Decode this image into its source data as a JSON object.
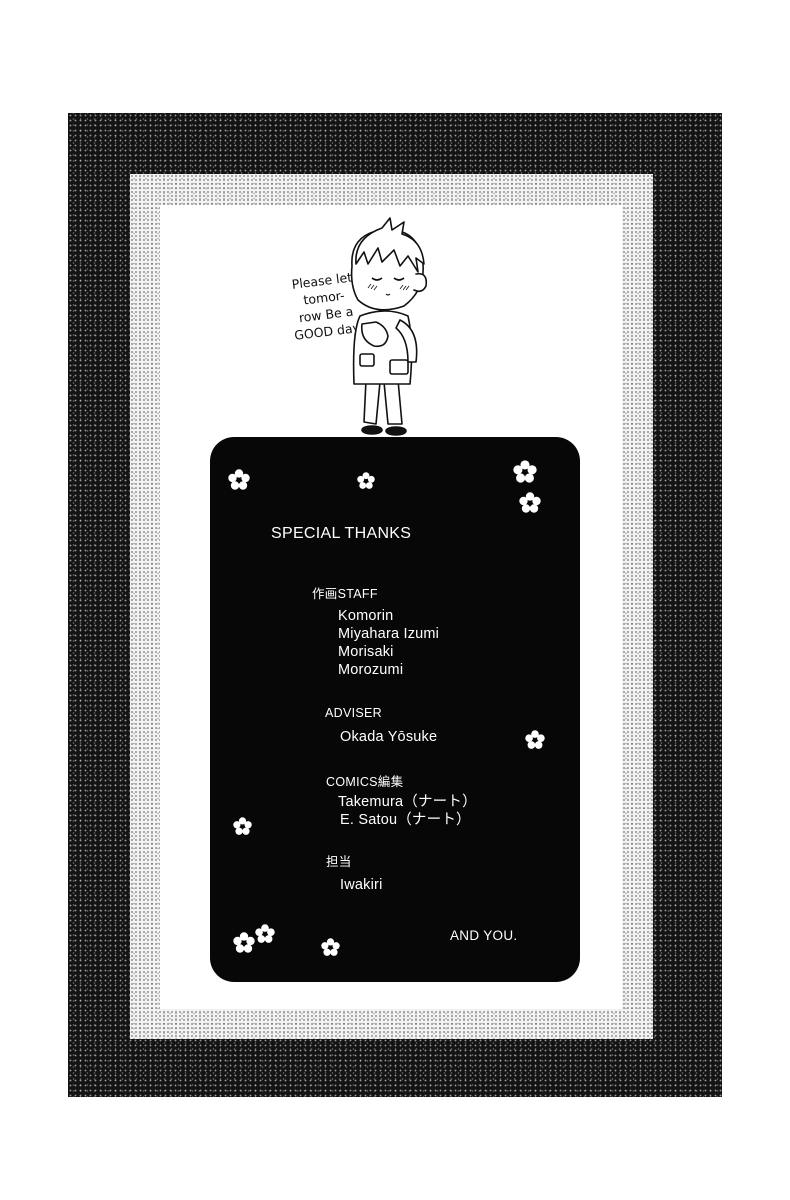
{
  "speech_bubble": {
    "lines": [
      "Please let",
      "tomor-",
      "row Be a",
      "GOOD day."
    ]
  },
  "credits": {
    "heading": "SPECIAL THANKS",
    "sections": [
      {
        "label": "作画STAFF",
        "names": [
          "Komorin",
          "Miyahara Izumi",
          "Morisaki",
          "Morozumi"
        ]
      },
      {
        "label": "ADVISER",
        "names": [
          "Okada Yōsuke"
        ]
      },
      {
        "label": "COMICS編集",
        "names": [
          "Takemura（ナート）",
          "E. Satou（ナート）"
        ]
      },
      {
        "label": "担当",
        "names": [
          "Iwakiri"
        ]
      }
    ],
    "closing": "AND YOU."
  },
  "colors": {
    "frame_dark": "#141414",
    "panel_black": "#070707",
    "paper_white": "#ffffff",
    "ink": "#111111"
  },
  "icons": [
    "flower-icon",
    "chibi-character-illustration"
  ]
}
